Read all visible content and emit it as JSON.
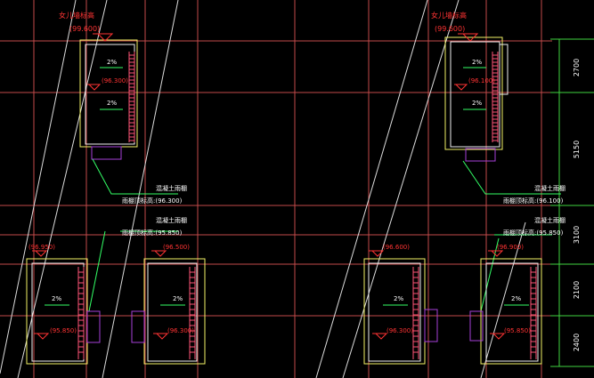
{
  "drawing": {
    "colors": {
      "background": "#000000",
      "grid": "#c24a4a",
      "dim": "#3fd33f",
      "outline": "#f2f266",
      "wall": "#f0f0f0",
      "rail": "#ff5577",
      "elev": "#ff3333",
      "note": "#ffffff",
      "slope": "#33ff66",
      "purple": "#a63fd8"
    },
    "top_left": {
      "label": "女儿墙标高",
      "level": "(99.600)",
      "slope_a": "2%",
      "mid_level": "(96.300)",
      "slope_b": "2%"
    },
    "top_right": {
      "label": "女儿墙标高",
      "level": "(99.600)",
      "slope_a": "2%",
      "mid_level": "(96.100)",
      "slope_b": "2%"
    },
    "notes": {
      "left_upper_a": "混凝土雨棚",
      "left_upper_b": "雨棚顶标高:(96.300)",
      "left_lower_a": "混凝土雨棚",
      "left_lower_b": "雨棚顶标高:(95.850)",
      "right_upper_a": "混凝土雨棚",
      "right_upper_b": "雨棚顶标高:(96.100)",
      "right_lower_a": "混凝土雨棚",
      "right_lower_b": "雨棚顶标高:(95.850)"
    },
    "bottom_boxes": [
      {
        "level_top": "(96.950)",
        "slope": "2%",
        "level_bottom": "(95.850)"
      },
      {
        "level_top": "(96.500)",
        "slope": "2%",
        "level_bottom": "(96.300)"
      },
      {
        "level_top": "(96.600)",
        "slope": "2%",
        "level_bottom": "(96.300)"
      },
      {
        "level_top": "(96.900)",
        "slope": "2%",
        "level_bottom": "(95.850)"
      }
    ],
    "dimensions": [
      "2700",
      "5150",
      "3100",
      "2100",
      "2400"
    ]
  }
}
